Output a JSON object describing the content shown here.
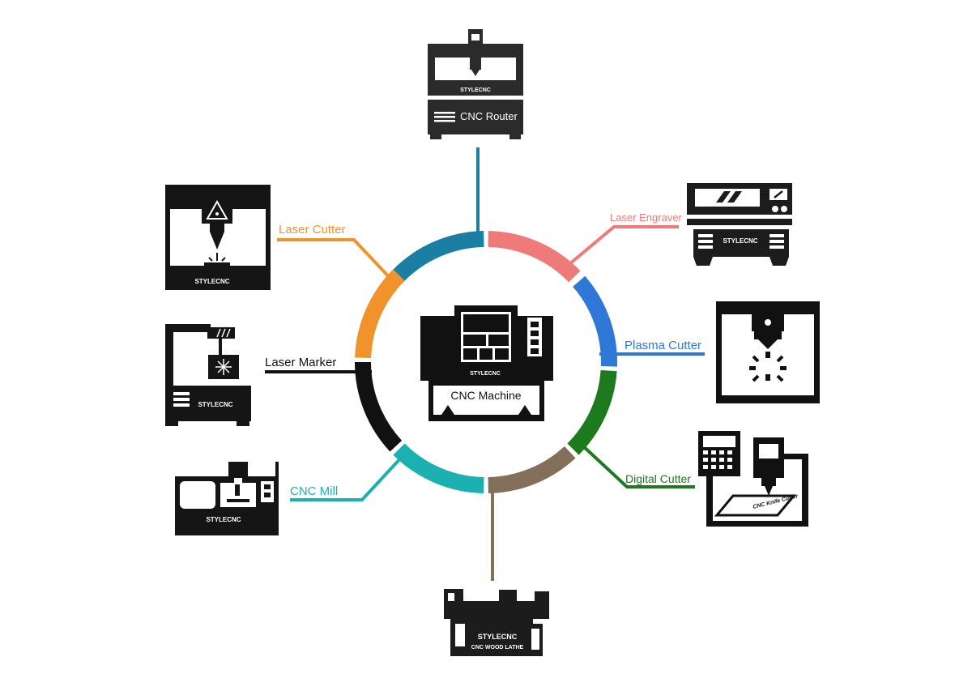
{
  "center": {
    "label": "CNC Machine",
    "brand": "STYLECNC"
  },
  "branches": [
    {
      "id": "router",
      "label": "CNC Router",
      "color": "#1a7fa3",
      "icon": "cnc-router-icon",
      "brand": "STYLECNC"
    },
    {
      "id": "engraver",
      "label": "Laser Engraver",
      "color": "#ef7a7a",
      "icon": "laser-engraver-icon",
      "brand": "STYLECNC"
    },
    {
      "id": "plasma",
      "label": "Plasma Cutter",
      "color": "#2f78d8",
      "icon": "plasma-cutter-icon"
    },
    {
      "id": "digital",
      "label": "Digital Cutter",
      "color": "#1d7a1d",
      "icon": "digital-cutter-icon",
      "brand": "CNC Knife Cutter"
    },
    {
      "id": "lathe",
      "label": "",
      "color": "#84705a",
      "icon": "cnc-wood-lathe-icon",
      "brand": "STYLECNC",
      "caption": "CNC WOOD LATHE"
    },
    {
      "id": "mill",
      "label": "CNC Mill",
      "color": "#1db0b0",
      "icon": "cnc-mill-icon",
      "brand": "STYLECNC"
    },
    {
      "id": "marker",
      "label": "Laser Marker",
      "color": "#111111",
      "icon": "laser-marker-icon",
      "brand": "STYLECNC"
    },
    {
      "id": "cutter",
      "label": "Laser Cutter",
      "color": "#f0932b",
      "icon": "laser-cutter-icon",
      "brand": "STYLECNC"
    }
  ]
}
